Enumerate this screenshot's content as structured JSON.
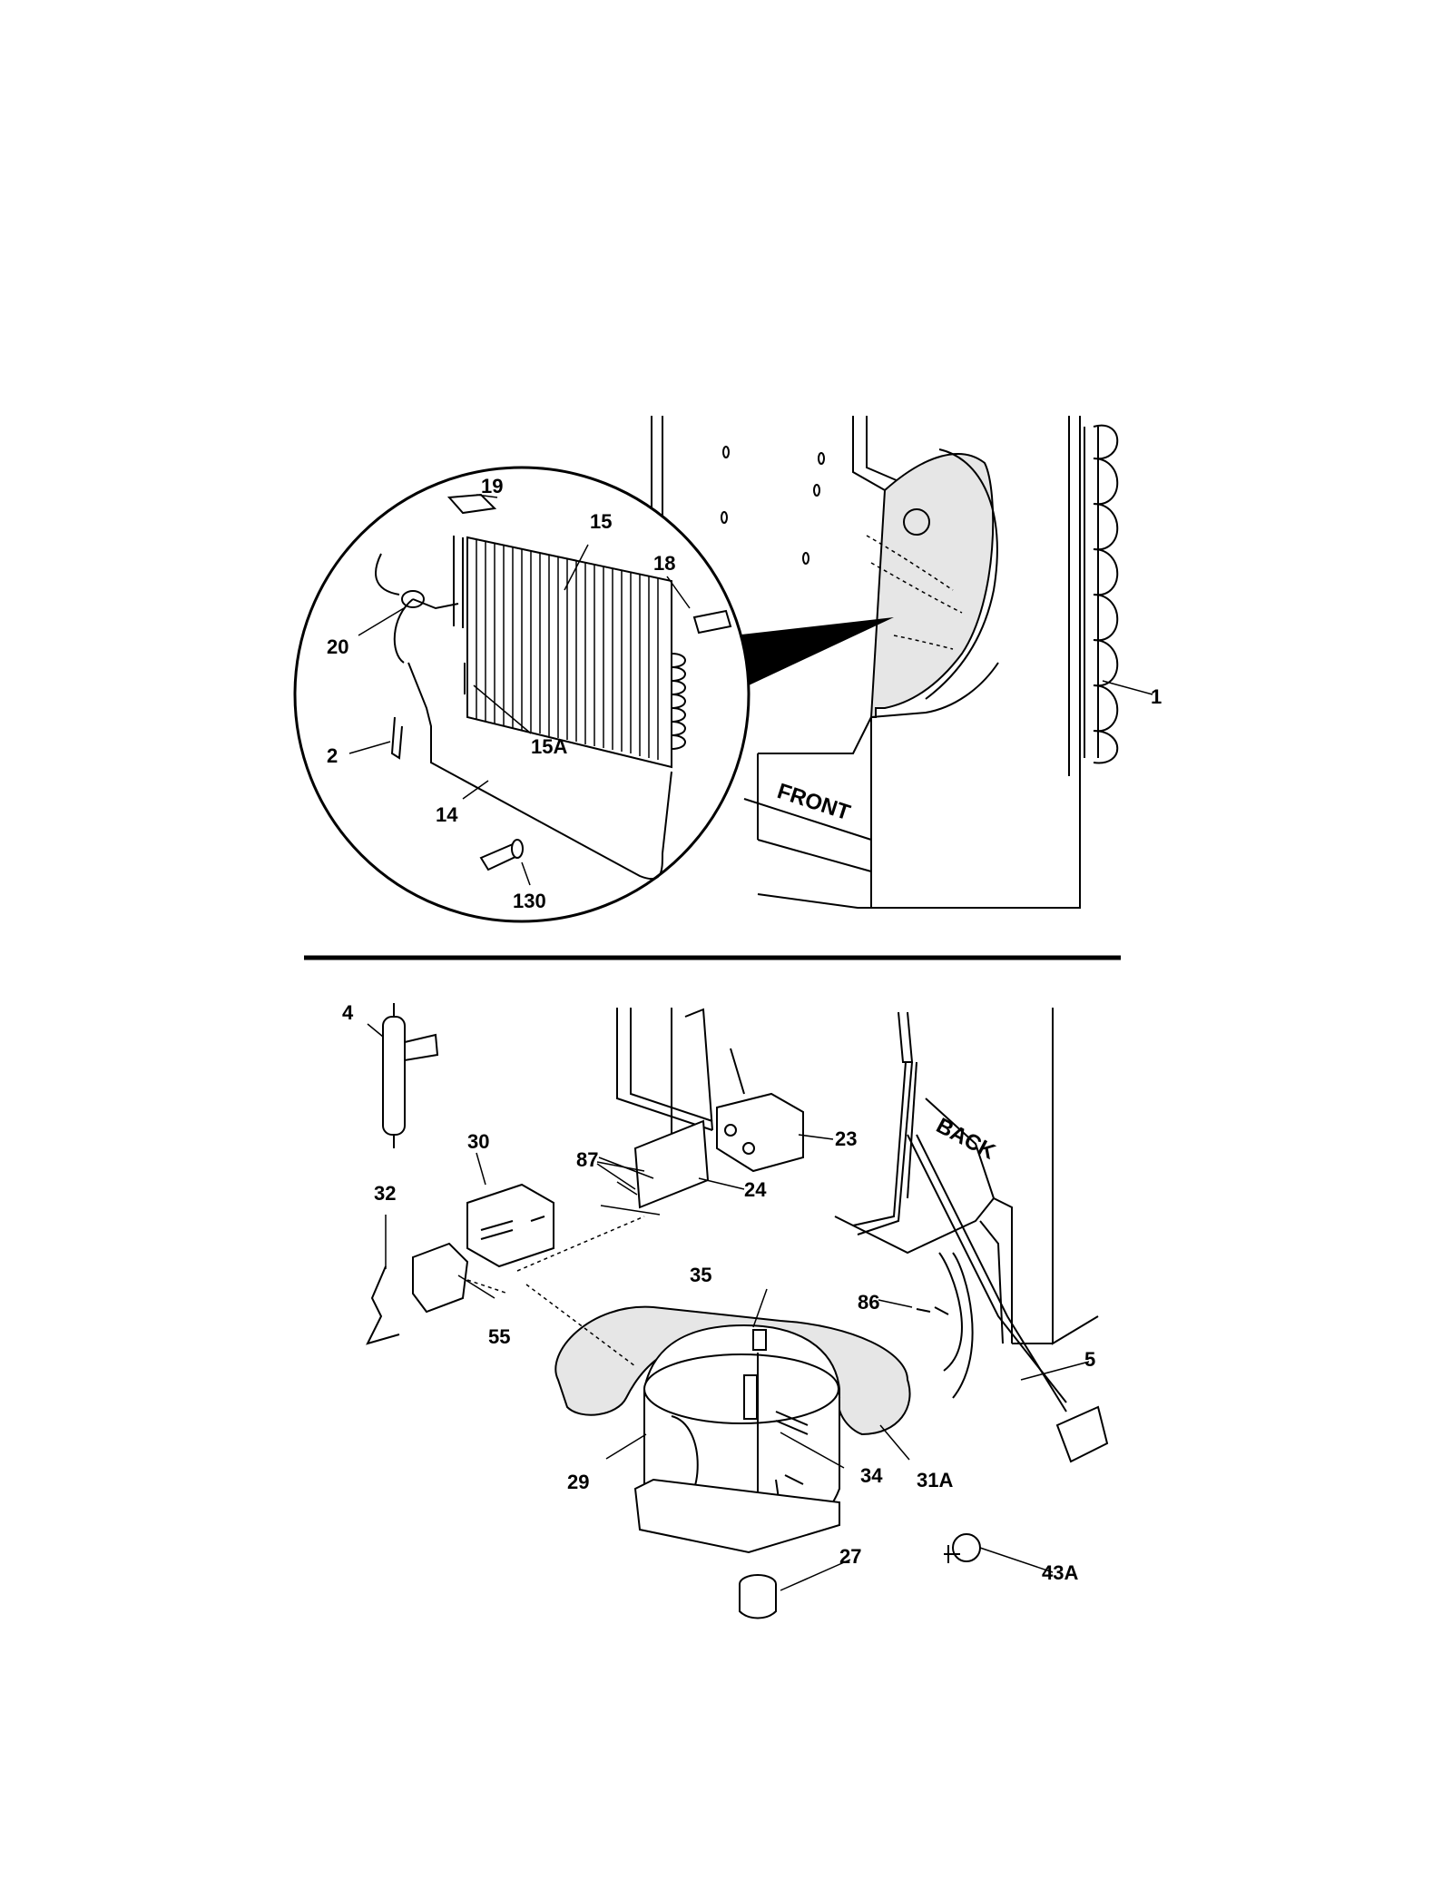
{
  "callouts": {
    "c1": "1",
    "c2": "2",
    "c4": "4",
    "c5": "5",
    "c14": "14",
    "c15": "15",
    "c15a": "15A",
    "c18": "18",
    "c19": "19",
    "c20": "20",
    "c23": "23",
    "c24": "24",
    "c27": "27",
    "c29": "29",
    "c30": "30",
    "c31a": "31A",
    "c32": "32",
    "c34": "34",
    "c35": "35",
    "c43a": "43A",
    "c55": "55",
    "c86": "86",
    "c87": "87",
    "c130": "130"
  },
  "cabinet_labels": {
    "front": "FRONT",
    "back": "BACK"
  }
}
